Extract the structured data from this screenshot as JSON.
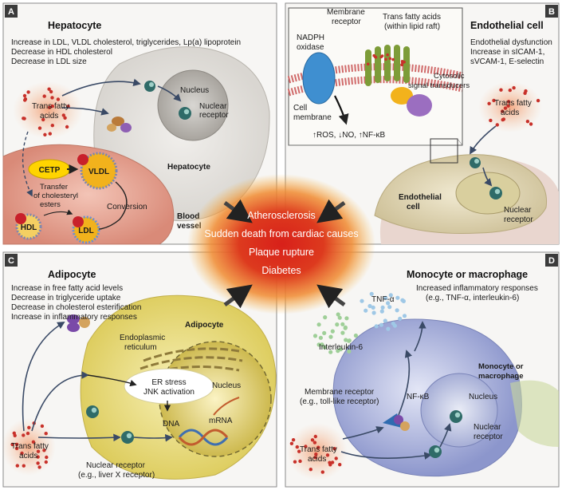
{
  "panels": {
    "a": {
      "letter": "A",
      "title": "Hepatocyte",
      "effects": [
        "Increase in LDL, VLDL cholesterol, triglycerides, Lp(a) lipoprotein",
        "Decrease in HDL cholesterol",
        "Decrease in LDL size"
      ],
      "labels": {
        "nucleus": "Nucleus",
        "nuclear_receptor_1": "Nuclear",
        "nuclear_receptor_2": "receptor",
        "tfa_1": "Trans fatty",
        "tfa_2": "acids",
        "cetp": "CETP",
        "vldl": "VLDL",
        "transfer_1": "Transfer",
        "transfer_2": "of cholesteryl",
        "transfer_3": "esters",
        "conversion": "Conversion",
        "hdl": "HDL",
        "ldl": "LDL",
        "hepatocyte": "Hepatocyte",
        "blood_vessel_1": "Blood",
        "blood_vessel_2": "vessel"
      }
    },
    "b": {
      "letter": "B",
      "title": "Endothelial cell",
      "effects": [
        "Endothelial dysfunction",
        "Increase in sICAM-1,",
        "sVCAM-1, E-selectin"
      ],
      "labels": {
        "membrane_receptor_1": "Membrane",
        "membrane_receptor_2": "receptor",
        "tfa_raft_1": "Trans fatty acids",
        "tfa_raft_2": "(within lipid raft)",
        "nadph_1": "NADPH",
        "nadph_2": "oxidase",
        "cell_membrane_1": "Cell",
        "cell_membrane_2": "membrane",
        "cytosolic_1": "Cytosolic",
        "cytosolic_2": "signal transducers",
        "signals": "↑ROS, ↓NO, ↑NF-κB",
        "tfa_1": "Trans fatty",
        "tfa_2": "acids",
        "endothelial_1": "Endothelial",
        "endothelial_2": "cell",
        "nuclear_receptor_1": "Nuclear",
        "nuclear_receptor_2": "receptor"
      }
    },
    "c": {
      "letter": "C",
      "title": "Adipocyte",
      "effects": [
        "Increase in free fatty acid levels",
        "Decrease in triglyceride uptake",
        "Decrease in cholesterol esterification",
        "Increase in inflammatory responses"
      ],
      "labels": {
        "adipocyte": "Adipocyte",
        "er_1": "Endoplasmic",
        "er_2": "reticulum",
        "nucleus": "Nucleus",
        "er_stress_1": "ER stress",
        "er_stress_2": "JNK activation",
        "mrna": "mRNA",
        "dna": "DNA",
        "tfa_1": "Trans fatty",
        "tfa_2": "acids",
        "nuclear_receptor_1": "Nuclear receptor",
        "nuclear_receptor_2": "(e.g., liver X receptor)"
      }
    },
    "d": {
      "letter": "D",
      "title": "Monocyte or macrophage",
      "effects": [
        "Increased inflammatory responses",
        "(e.g., TNF-α, interleukin-6)"
      ],
      "labels": {
        "tnf": "TNF-α",
        "il6": "Interleukin-6",
        "monocyte_1": "Monocyte or",
        "monocyte_2": "macrophage",
        "nfkb": "NF-κB",
        "nucleus": "Nucleus",
        "membrane_receptor_1": "Membrane receptor",
        "membrane_receptor_2": "(e.g., toll-like receptor)",
        "nuclear_receptor_1": "Nuclear",
        "nuclear_receptor_2": "receptor",
        "tfa_1": "Trans fatty",
        "tfa_2": "acids"
      }
    }
  },
  "center": {
    "outcomes": [
      "Atherosclerosis",
      "Sudden death from cardiac causes",
      "Plaque rupture",
      "Diabetes"
    ]
  },
  "colors": {
    "panel_header": "#3b3b3b",
    "center_red": "#d8201a",
    "center_glow": "#f6b23a",
    "tfa_dot": "#c8312a",
    "receptor_teal": "#2f6b68",
    "hepatocyte_fill": "#e6e4e1",
    "endothelial_fill": "#e9e0c4",
    "adipocyte_fill": "#f2e79a",
    "macrophage_fill": "#c7cdea",
    "cetp_yellow": "#ffd400",
    "vldl_orange": "#f2b21c",
    "ldl_blue": "#6a8fd0",
    "hdl_red": "#c8202a"
  }
}
